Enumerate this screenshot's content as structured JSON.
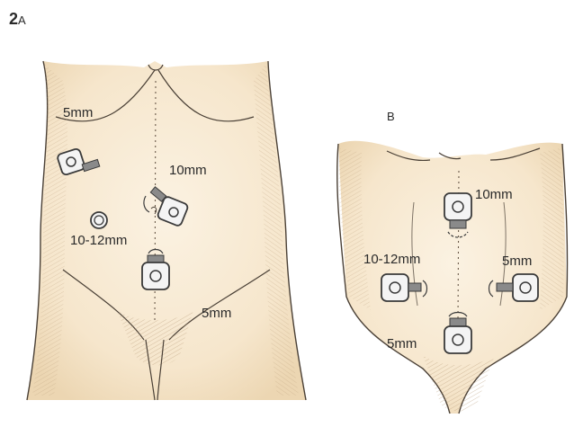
{
  "figure": {
    "number": "2",
    "panel_a_letter": "A",
    "panel_b_letter": "B"
  },
  "panel_a": {
    "ports": [
      {
        "label": "5mm"
      },
      {
        "label": "10mm"
      },
      {
        "label": "10-12mm"
      },
      {
        "label": "5mm"
      }
    ]
  },
  "panel_b": {
    "ports": [
      {
        "label": "10mm"
      },
      {
        "label": "10-12mm"
      },
      {
        "label": "5mm"
      },
      {
        "label": "5mm"
      }
    ]
  },
  "colors": {
    "skin": "#f6e6cc",
    "skin_shadow": "#e8cfa6",
    "line": "#4a4036",
    "hatch": "#b89a78",
    "port_fill": "#f4f4f4"
  }
}
